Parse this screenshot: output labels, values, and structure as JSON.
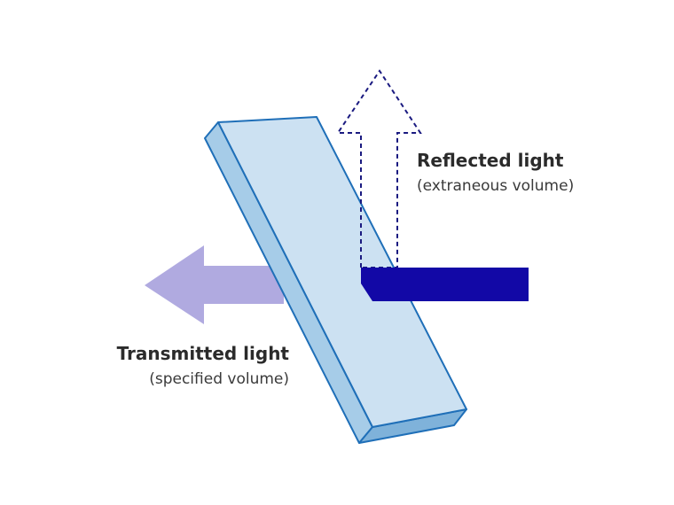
{
  "labels": {
    "reflected_title": "Reflected light",
    "reflected_sub": "(extraneous volume)",
    "transmitted_title": "Transmitted light",
    "transmitted_sub": "(specified volume)"
  },
  "colors": {
    "slab_face": "#cce1f2",
    "slab_side": "#a6cce8",
    "slab_bottom": "#7fb2da",
    "slab_stroke": "#1f6fb8",
    "incident_beam": "#1208a6",
    "transmitted_arrow": "#b0aae0",
    "reflected_outline": "#1a1a80"
  }
}
